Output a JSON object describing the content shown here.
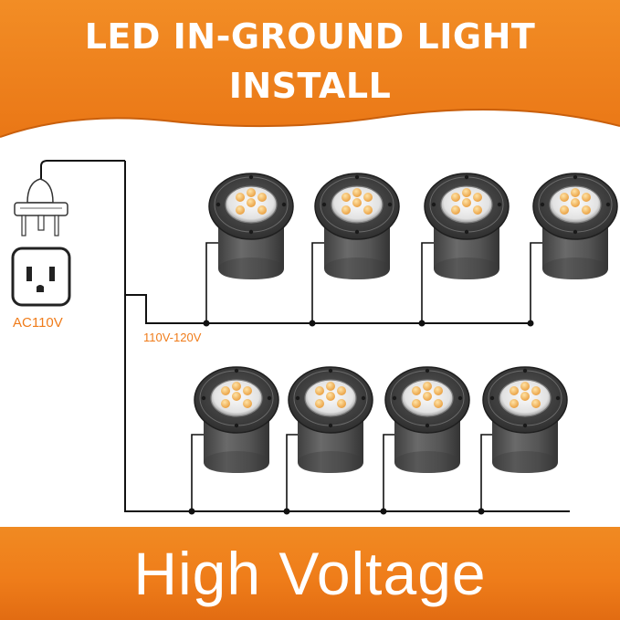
{
  "header": {
    "title_line1": "LED IN-GROUND LIGHT",
    "title_line2": "INSTALL"
  },
  "diagram": {
    "plug_icon": "power-plug-icon",
    "outlet_icon": "wall-outlet-icon",
    "outlet_label": "AC110V",
    "voltage_label": "110V-120V",
    "rows": [
      {
        "light_count": 4
      },
      {
        "light_count": 4
      }
    ],
    "light_icon": "in-ground-light-icon"
  },
  "footer": {
    "text": "High Voltage"
  },
  "colors": {
    "accent_orange": "#ef7d1a",
    "wire": "#111111",
    "fixture_body": "#5c5c5c",
    "led": "#f2b65a"
  }
}
